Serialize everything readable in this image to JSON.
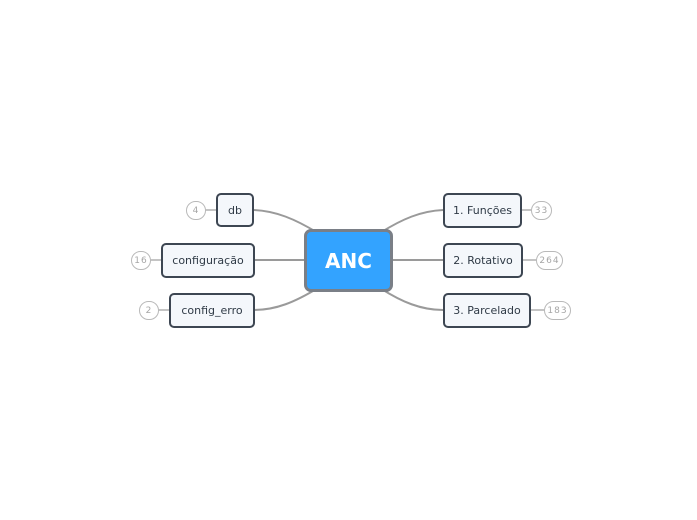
{
  "root": {
    "label": "ANC",
    "fill": "#33a3ff"
  },
  "left_topics": [
    {
      "label": "db",
      "count": "4"
    },
    {
      "label": "configuração",
      "count": "16"
    },
    {
      "label": "config_erro",
      "count": "2"
    }
  ],
  "right_topics": [
    {
      "label": "1. Funções",
      "count": "33"
    },
    {
      "label": "2. Rotativo",
      "count": "264"
    },
    {
      "label": "3. Parcelado",
      "count": "183"
    }
  ],
  "colors": {
    "node_border": "#3d4652",
    "node_fill": "#f4f7fb",
    "connector": "#9a9a9a"
  }
}
